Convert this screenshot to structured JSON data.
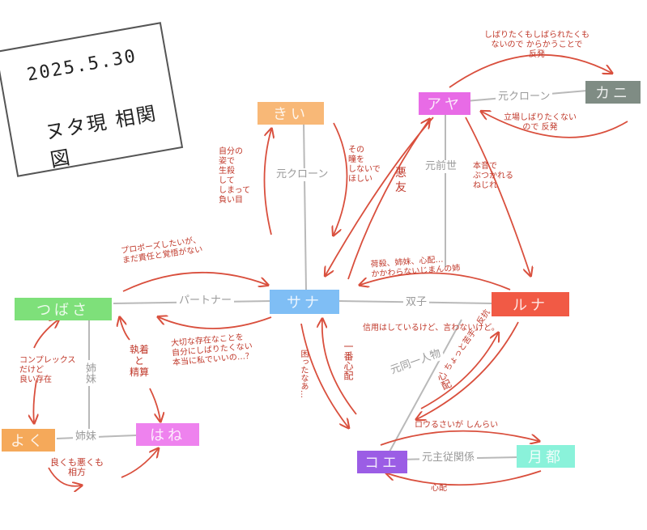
{
  "title": {
    "date": "2025.5.30",
    "heading": "ヌタ現 相関図"
  },
  "colors": {
    "line": "#b9b9b9",
    "arrow": "#d94f3d",
    "tsubasa": "#7ee07a",
    "yoku": "#f5a95a",
    "hane": "#ee82ee",
    "kii": "#f8b877",
    "sana": "#7fbef5",
    "aya": "#e86be6",
    "kani": "#7f8c84",
    "runa": "#f15a45",
    "koe": "#9b5de5",
    "tsuki": "#8af2da"
  },
  "nodes": {
    "tsubasa": "つばさ",
    "yoku": "よく",
    "hane": "はね",
    "kii": "きい",
    "sana": "サナ",
    "aya": "アヤ",
    "kani": "カニ",
    "runa": "ルナ",
    "koe": "コエ",
    "tsuki": "月都"
  },
  "relations": {
    "kii_sana": "元クローン",
    "tsubasa_sana": "パートナー",
    "sana_runa": "双子",
    "aya_kani": "元クローン",
    "aya_runa": "元前世",
    "tsubasa_yoku": "姉妹",
    "yoku_hane": "姉妹",
    "runa_koe": "元同一人物",
    "koe_tsuki": "元主従関係"
  },
  "notes": {
    "kii_self": [
      "自分の",
      "姿で",
      "生殺",
      "して",
      "しまって",
      "負い目"
    ],
    "kii_to_sana": [
      "その",
      "瞳を",
      "しないで",
      "ほしい"
    ],
    "propose": [
      "プロポーズしたいが、",
      "まだ責任と覚悟がない"
    ],
    "sana_to_tsubasa": [
      "大切な存在なことを",
      "自分にしばりたくない",
      "本当に私でいいの…？"
    ],
    "complex": [
      "コンプレックス",
      "だけど",
      "良い存在"
    ],
    "shuchaku": [
      "執着",
      "と",
      "精算"
    ],
    "hane_yoku": [
      "良くも悪くも",
      "相方"
    ],
    "aya_kani_1": [
      "しばりたくもしばられたくも",
      "ないので からかうことで",
      "反発"
    ],
    "aya_kani_2": [
      "立場しばりたくない",
      "ので 反発"
    ],
    "akuyu": [
      "悪",
      "友"
    ],
    "honne": [
      "本音で",
      "ぶつかれる",
      "ねじれ"
    ],
    "sana_worry": [
      "荷殺、姉妹、心配…",
      "かかわらないじまんの姉"
    ],
    "trust": "信用はしているけど、言わないけど。",
    "sana_koe": [
      "困ったなあ…"
    ],
    "koe_sana": [
      "一番心配"
    ],
    "koe_runa": [
      "心配"
    ],
    "runa_koe": [
      "ちょっと苦手、反抗"
    ],
    "koe_tsuki_top": "ロウるさいが しんらい",
    "koe_tsuki_bottom": "心配"
  }
}
